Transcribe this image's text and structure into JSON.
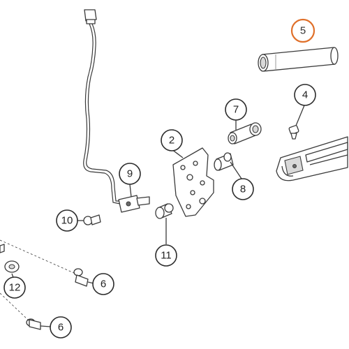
{
  "diagram": {
    "callouts": [
      {
        "id": "c5",
        "label": "5",
        "highlighted": true
      },
      {
        "id": "c4",
        "label": "4",
        "highlighted": false
      },
      {
        "id": "c7",
        "label": "7",
        "highlighted": false
      },
      {
        "id": "c2",
        "label": "2",
        "highlighted": false
      },
      {
        "id": "c9",
        "label": "9",
        "highlighted": false
      },
      {
        "id": "c8",
        "label": "8",
        "highlighted": false
      },
      {
        "id": "c10",
        "label": "10",
        "highlighted": false
      },
      {
        "id": "c11",
        "label": "11",
        "highlighted": false
      },
      {
        "id": "c6a",
        "label": "6",
        "highlighted": false
      },
      {
        "id": "c12",
        "label": "12",
        "highlighted": false
      },
      {
        "id": "c6b",
        "label": "6",
        "highlighted": false
      }
    ],
    "colors": {
      "highlight": "#e0702a",
      "line": "#3a3a3a",
      "background": "#ffffff"
    }
  }
}
